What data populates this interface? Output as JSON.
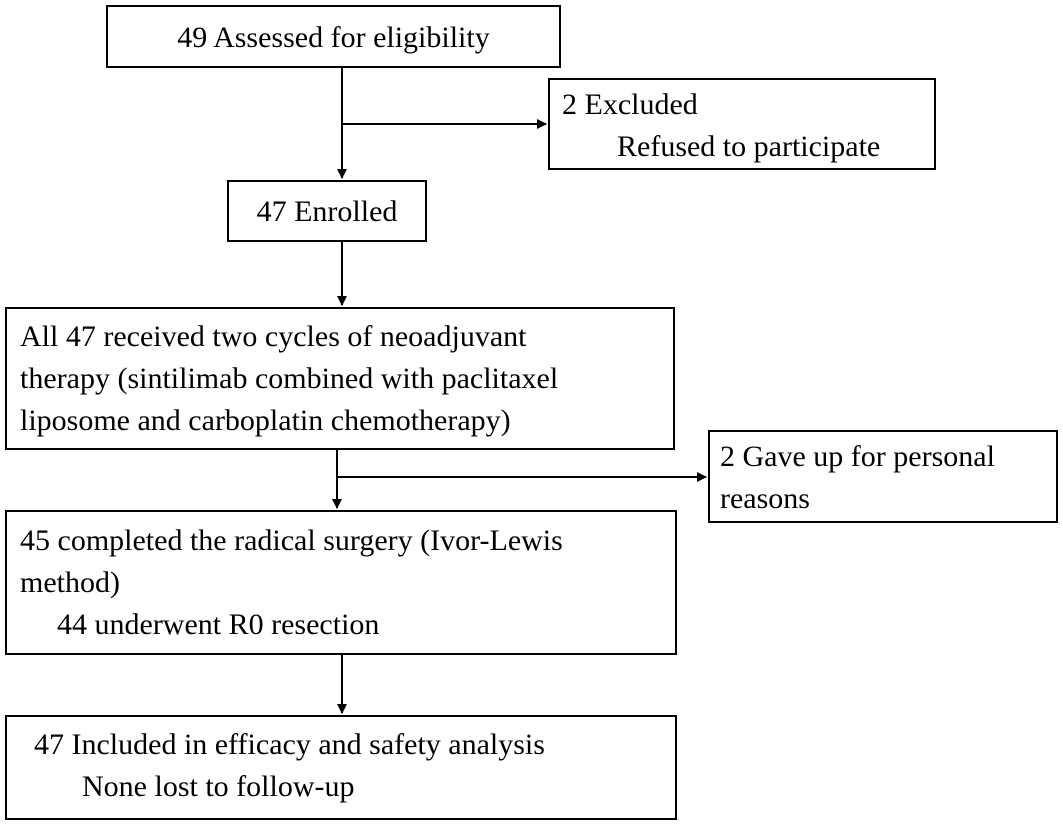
{
  "flowchart": {
    "assessed": {
      "line1": "49 Assessed for eligibility"
    },
    "excluded": {
      "line1": "2 Excluded",
      "line2": "Refused to participate"
    },
    "enrolled": {
      "line1": "47 Enrolled"
    },
    "neoadjuvant": {
      "line1": "All 47 received two cycles of neoadjuvant",
      "line2": "therapy (sintilimab combined with paclitaxel",
      "line3": "liposome and carboplatin chemotherapy)"
    },
    "gave_up": {
      "line1": "2 Gave up for personal",
      "line2": "reasons"
    },
    "surgery": {
      "line1": "45 completed the radical surgery (Ivor-Lewis",
      "line2": "method)",
      "line3": "44 underwent R0 resection"
    },
    "analysis": {
      "line1": "47 Included in efficacy and safety analysis",
      "line2": "None lost to follow-up"
    }
  }
}
